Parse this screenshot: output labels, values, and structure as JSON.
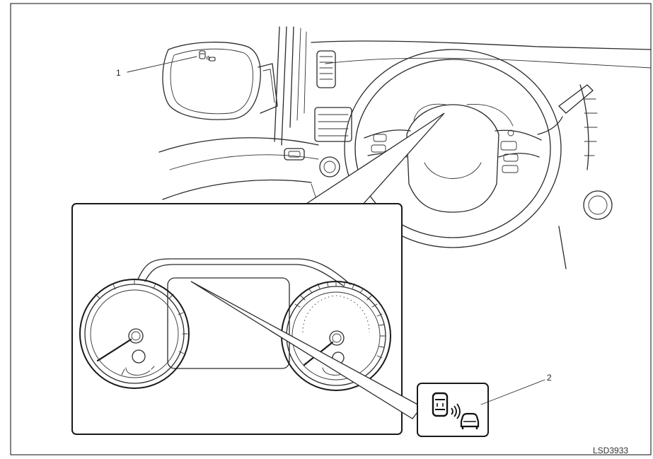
{
  "callouts": [
    {
      "number": "1"
    },
    {
      "number": "2"
    }
  ],
  "figure_code": "LSD3933",
  "icons": {
    "mirror_indicator": "blind-spot-warning-icon",
    "meter_indicator": "blind-spot-warning-icon"
  }
}
